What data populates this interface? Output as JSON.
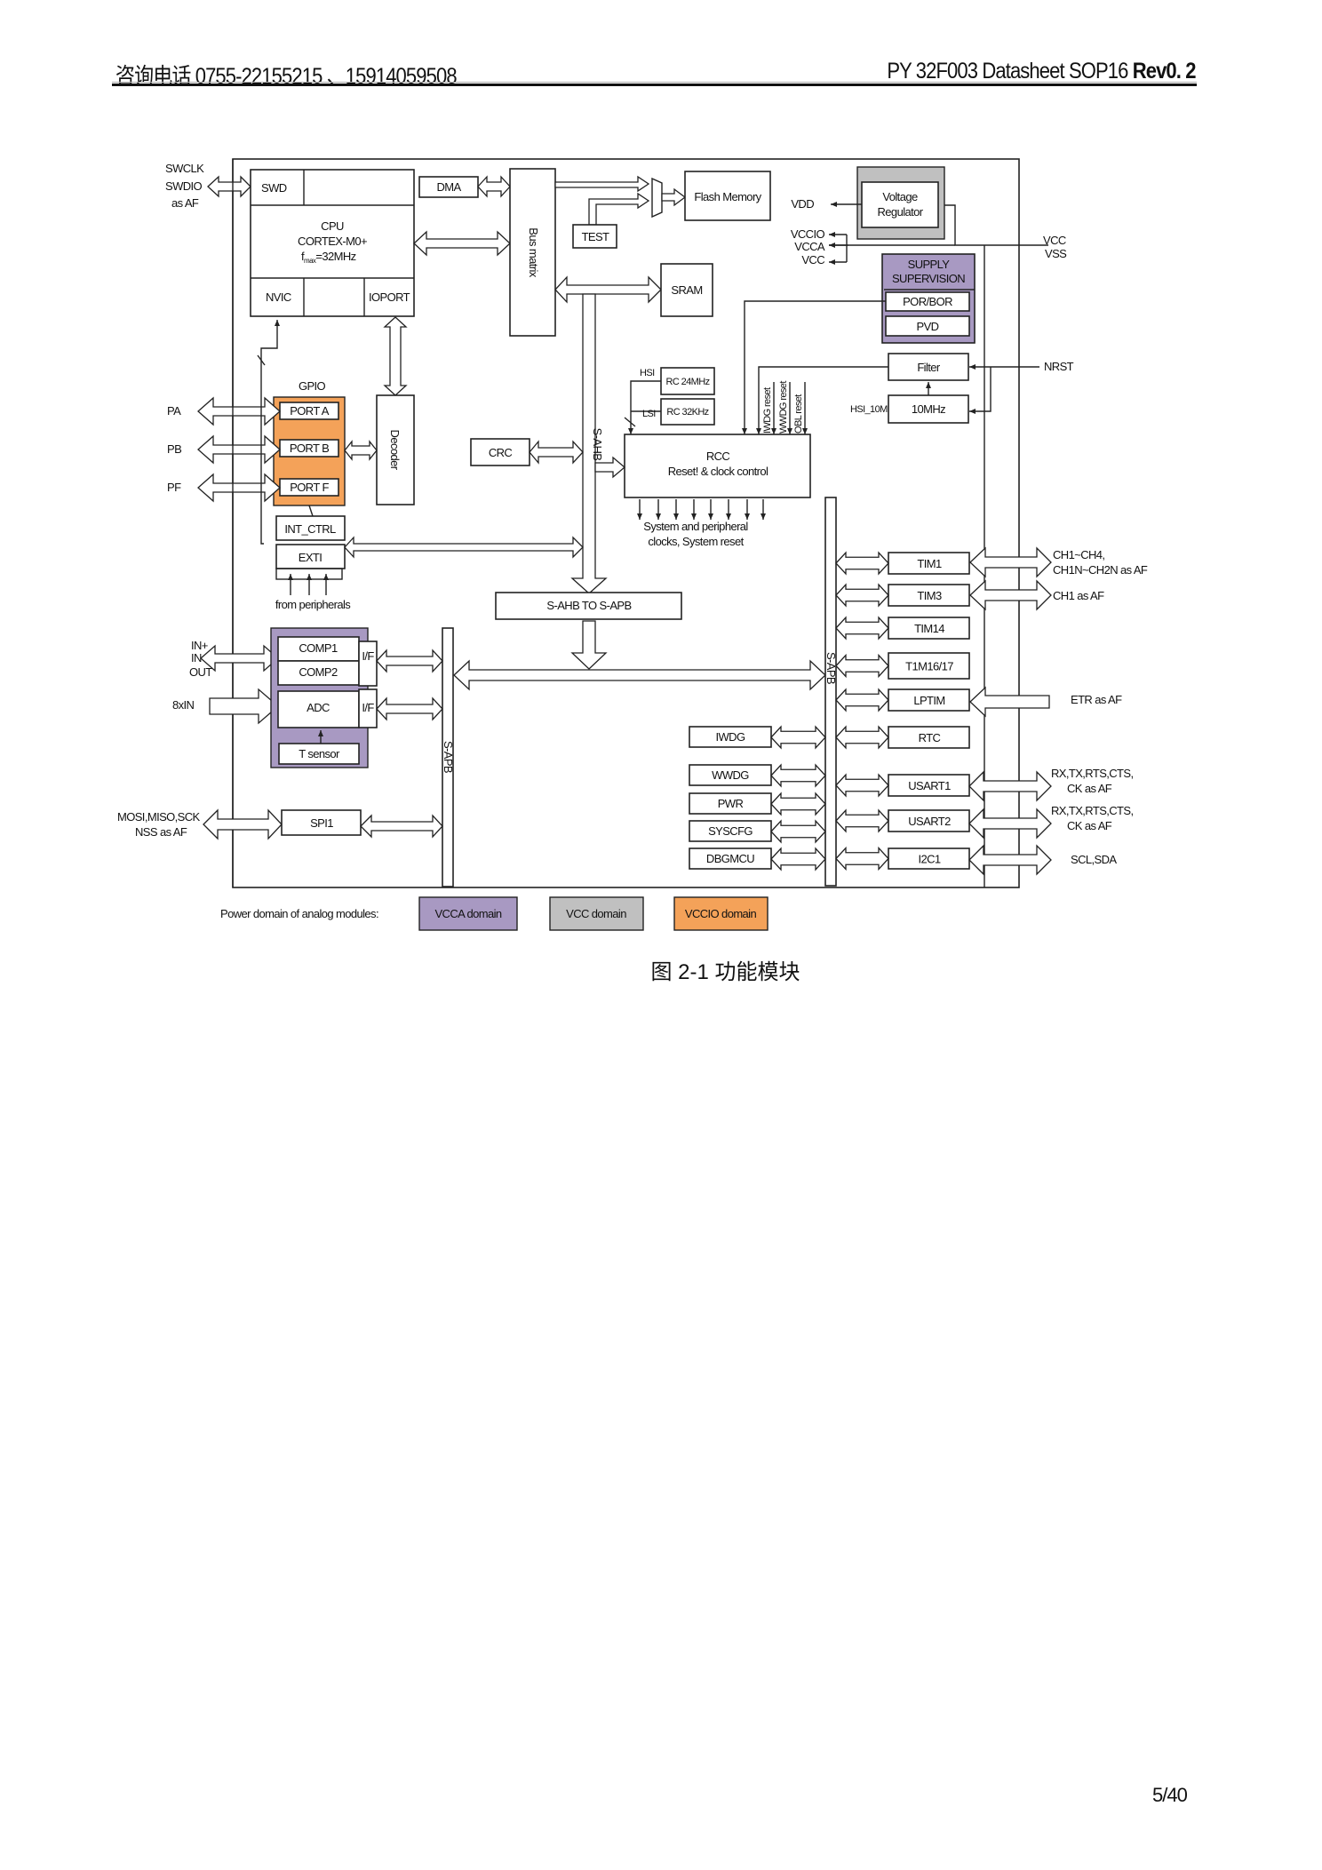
{
  "header": {
    "contact": "咨询电话 0755-22155215 、15914059508",
    "doc_title": "PY 32F003 Datasheet SOP16",
    "revision": "Rev0. 2"
  },
  "diagram": {
    "external_pins": {
      "swd": [
        "SWCLK",
        "SWDIO",
        "as AF"
      ],
      "pa": "PA",
      "pb": "PB",
      "pf": "PF",
      "comp": [
        "IN+",
        "IN-",
        "OUT"
      ],
      "adc_in": "8xIN",
      "spi": [
        "MOSI,MISO,SCK",
        "NSS as AF"
      ],
      "vdd": "VDD",
      "vccio": "VCCIO",
      "vcca": "VCCA",
      "vcc_int": "VCC",
      "vcc_vss": [
        "VCC",
        "VSS"
      ],
      "nrst": "NRST",
      "tim1": [
        "CH1~CH4,",
        "CH1N~CH2N as AF"
      ],
      "tim3": "CH1 as AF",
      "lptim": "ETR as AF",
      "usart1": [
        "RX,TX,RTS,CTS,",
        "CK as AF"
      ],
      "usart2": [
        "RX,TX,RTS,CTS,",
        "CK as AF"
      ],
      "i2c1": "SCL,SDA"
    },
    "core": {
      "swd": "SWD",
      "cpu": [
        "CPU",
        "CORTEX-M0+",
        "f",
        "max",
        "=32MHz"
      ],
      "nvic": "NVIC",
      "ioport": "IOPORT",
      "dma": "DMA",
      "bus_matrix": "Bus matrix",
      "test": "TEST",
      "flash": "Flash Memory",
      "sram": "SRAM"
    },
    "power": {
      "voltage_regulator": [
        "Voltage",
        "Regulator"
      ],
      "supply_supervision": [
        "SUPPLY",
        "SUPERVISION"
      ],
      "por_bor": "POR/BOR",
      "pvd": "PVD",
      "filter": "Filter",
      "osc_10m": "10MHz",
      "hsi_10m": "HSI_10M"
    },
    "clocks": {
      "hsi": "HSI",
      "lsi": "LSI",
      "rc24": "RC 24MHz",
      "rc32": "RC 32KHz",
      "iwdg_reset": "IWDG reset",
      "wwdg_reset": "WWDG reset",
      "obl_reset": "OBL reset",
      "rcc": [
        "RCC",
        "Reset! & clock control"
      ],
      "rcc_out": [
        "System and peripheral",
        "clocks, System reset"
      ]
    },
    "gpio": {
      "title": "GPIO",
      "ports": [
        "PORT A",
        "PORT B",
        "PORT F"
      ],
      "decoder": "Decoder",
      "int_ctrl": "INT_CTRL",
      "exti": "EXTI",
      "from_peripherals": "from peripherals"
    },
    "bus": {
      "crc": "CRC",
      "s_ahb": "S-AHB",
      "bridge": "S-AHB TO S-APB",
      "s_apb_left": "S-APB",
      "s_apb_right": "S-APB"
    },
    "analog": {
      "comp1": "COMP1",
      "comp2": "COMP2",
      "if1": "I/F",
      "adc": "ADC",
      "if2": "I/F",
      "tsensor": "T sensor",
      "spi1": "SPI1"
    },
    "apb_left": [
      "IWDG",
      "WWDG",
      "PWR",
      "SYSCFG",
      "DBGMCU"
    ],
    "apb_right": [
      "TIM1",
      "TIM3",
      "TIM14",
      "T1M16/17",
      "LPTIM",
      "RTC",
      "USART1",
      "USART2",
      "I2C1"
    ]
  },
  "legend": {
    "label": "Power domain of analog modules:",
    "items": [
      {
        "label": "VCCA domain",
        "color": "#a899c2"
      },
      {
        "label": "VCC domain",
        "color": "#c0c0c0"
      },
      {
        "label": "VCCIO domain",
        "color": "#f4a259"
      }
    ]
  },
  "caption": "图  2-1 功能模块",
  "page_number": "5/40"
}
